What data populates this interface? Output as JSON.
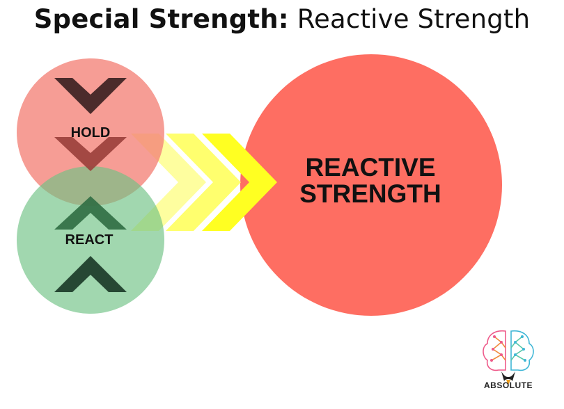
{
  "title": {
    "bold": "Special Strength:",
    "light": "Reactive Strength"
  },
  "diagram": {
    "hold_label": "HOLD",
    "react_label": "REACT",
    "main_label_line1": "REACTIVE",
    "main_label_line2": "STRENGTH"
  },
  "logo": {
    "text": "ABSOLUTE",
    "icon": "brain-icon"
  },
  "colors": {
    "hold_circle": "#f9978d",
    "react_circle": "#91d3a1",
    "main_circle": "#fe6e62",
    "arrow": "#ffff44",
    "chevron_dark": "#4b2b2b"
  }
}
